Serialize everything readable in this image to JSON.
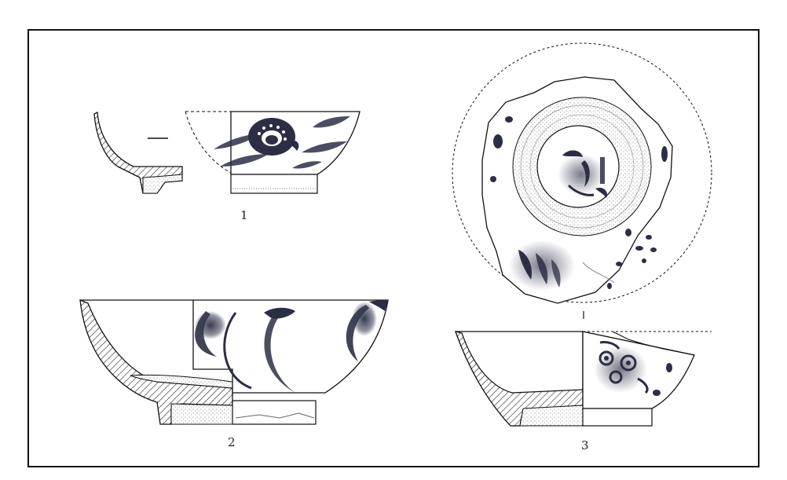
{
  "figure": {
    "labels": {
      "item1": "1",
      "item2": "2",
      "item3": "3"
    },
    "ink_color": "#1a1a1a",
    "glaze_blue": "#2c2f44",
    "background": "#ffffff"
  }
}
